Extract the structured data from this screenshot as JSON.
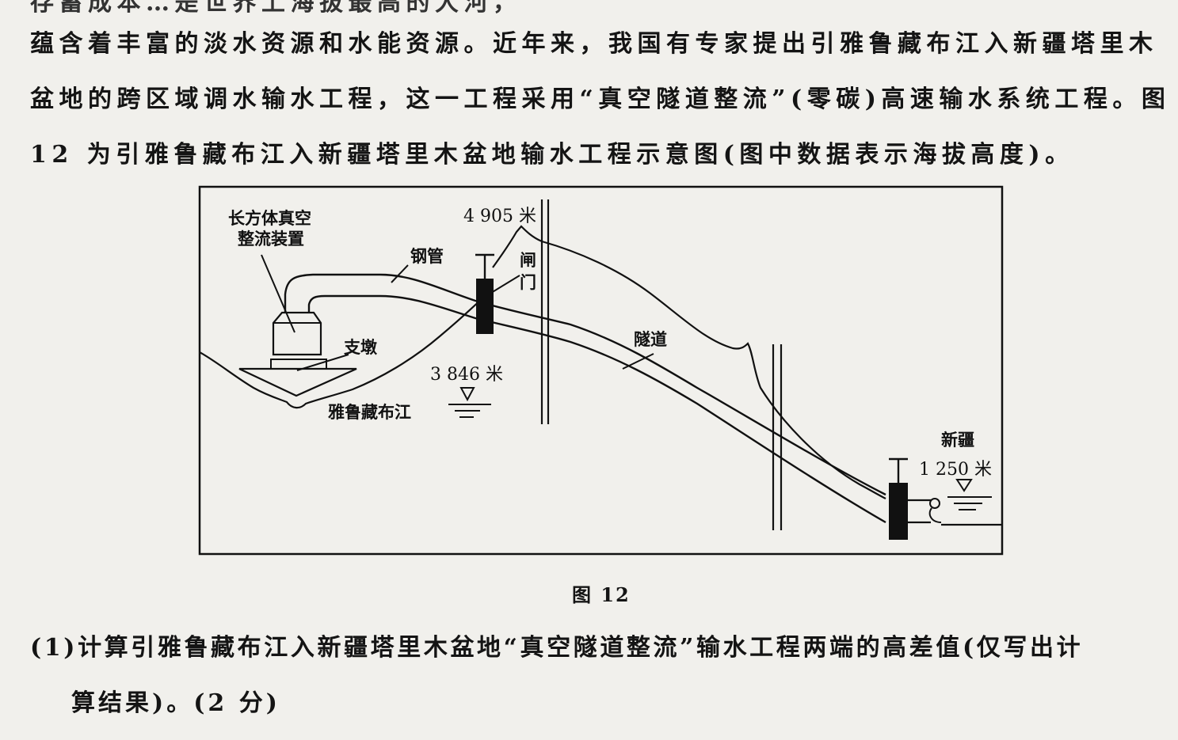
{
  "text": {
    "line0": "存蓄成本…是世界上海拔最高的大河，",
    "line1": "蕴含着丰富的淡水资源和水能资源。近年来，我国有专家提出引雅鲁藏布江入新疆塔里木",
    "line2": "盆地的跨区域调水输水工程，这一工程采用“真空隧道整流”(零碳)高速输水系统工程。图",
    "line3": "12 为引雅鲁藏布江入新疆塔里木盆地输水工程示意图(图中数据表示海拔高度)。",
    "question_line1": "(1)计算引雅鲁藏布江入新疆塔里木盆地“真空隧道整流”输水工程两端的高差值(仅写出计",
    "question_line2": "算结果)。(2 分)"
  },
  "figure": {
    "caption": "图 12",
    "labels": {
      "device_line1": "长方体真空",
      "device_line2": "整流装置",
      "steel_pipe": "钢管",
      "gate_line1": "闸",
      "gate_line2": "门",
      "pier": "支墩",
      "river": "雅鲁藏布江",
      "tunnel": "隧道",
      "xinjiang": "新疆"
    },
    "elevations": {
      "peak": "4 905 米",
      "river": "3 846 米",
      "xinjiang": "1 250 米"
    }
  }
}
